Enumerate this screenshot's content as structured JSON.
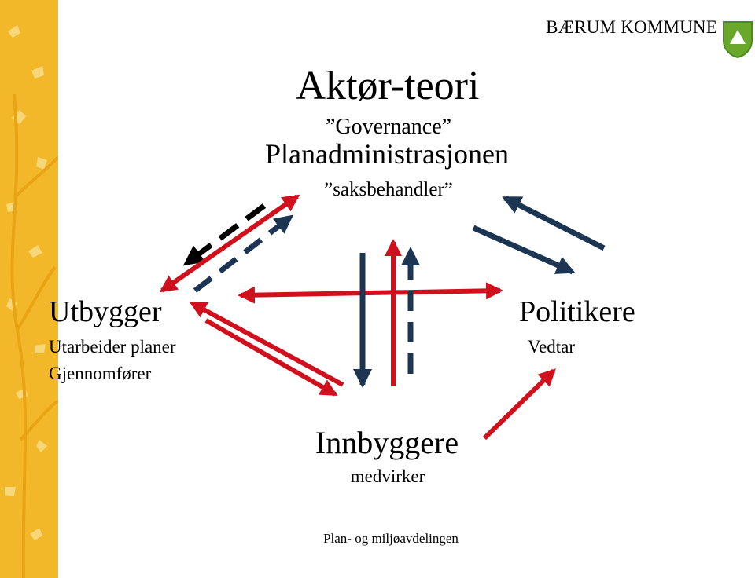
{
  "brand": {
    "name": "BÆRUM KOMMUNE",
    "logo": "shield-logo"
  },
  "slide": {
    "title": "Aktør-teori",
    "governance": "”Governance”",
    "center_actor": {
      "name": "Planadministrasjonen",
      "role": "”saksbehandler”"
    }
  },
  "actors": {
    "developer": {
      "name": "Utbygger",
      "line1": "Utarbeider planer",
      "line2": "Gjennomfører"
    },
    "politicians": {
      "name": "Politikere",
      "line1": "Vedtar"
    },
    "citizens": {
      "name": "Innbyggere",
      "line1": "medvirker"
    }
  },
  "footer": "Plan- og miljøavdelingen",
  "colors": {
    "red": "#d0101c",
    "navy": "#1b3553",
    "black": "#000000",
    "yellow": "#f2b82a",
    "green": "#6aa82c"
  }
}
